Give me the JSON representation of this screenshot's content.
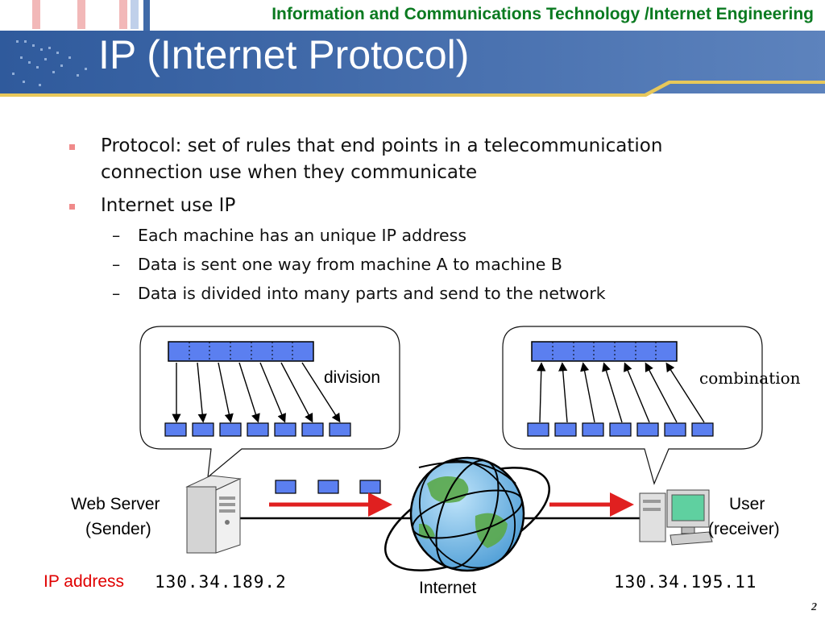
{
  "header": {
    "subtitle": "Information and Communications Technology /Internet Engineering",
    "title": "IP (Internet Protocol)",
    "colors": {
      "band": "#3f6aa8",
      "subtitle": "#0a7a20",
      "accent": "#e8c85a"
    }
  },
  "bullets": [
    {
      "text": "Protocol: set of rules that end points in a telecommunication connection use when they communicate",
      "line1": "Protocol: set of rules that end points in a telecommunication",
      "line2": "connection use when they communicate"
    },
    {
      "text": "Internet use IP",
      "subs": [
        "Each machine has an unique IP address",
        "Data is sent one way from machine A to machine B",
        "Data is divided into many parts and send to the network"
      ]
    }
  ],
  "diagram": {
    "division_label": "division",
    "combination_label": "combination",
    "sender_label_1": "Web Server",
    "sender_label_2": "(Sender)",
    "receiver_label_1": "User",
    "receiver_label_2": "(receiver)",
    "internet_label": "Internet",
    "ip_address_label": "IP address",
    "sender_ip": "130.34.189.2",
    "receiver_ip": "130.34.195.11",
    "packet_count": 7,
    "colors": {
      "packet": "#5b7ff0",
      "arrow_red": "#e02020",
      "globe": "#6fb8e8",
      "land": "#5aa84a"
    }
  },
  "dash_marker": "–",
  "slide_number": "2"
}
